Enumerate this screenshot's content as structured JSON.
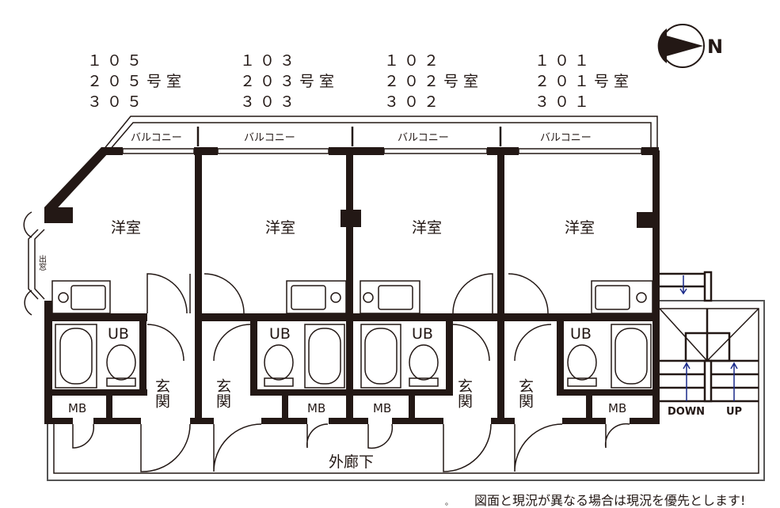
{
  "units": [
    {
      "numbers": [
        "１０５",
        "２０５号室",
        "３０５"
      ]
    },
    {
      "numbers": [
        "１０３",
        "２０３号室",
        "３０３"
      ]
    },
    {
      "numbers": [
        "１０２",
        "２０２号室",
        "３０２"
      ]
    },
    {
      "numbers": [
        "１０１",
        "２０１号室",
        "３０１"
      ]
    }
  ],
  "compass": {
    "label": "N"
  },
  "rooms": {
    "balcony": "バルコニー",
    "western_room": "洋室",
    "unit_bath": "UB",
    "entrance": "玄関",
    "meter_box": "MB",
    "bay_window": "出窓",
    "corridor": "外廊下"
  },
  "stairs": {
    "down": "DOWN",
    "up": "UP"
  },
  "note": "図面と現況が異なる場合は現況を優先とします!",
  "colors": {
    "ink": "#231815",
    "arrow": "#1a2a8a"
  }
}
